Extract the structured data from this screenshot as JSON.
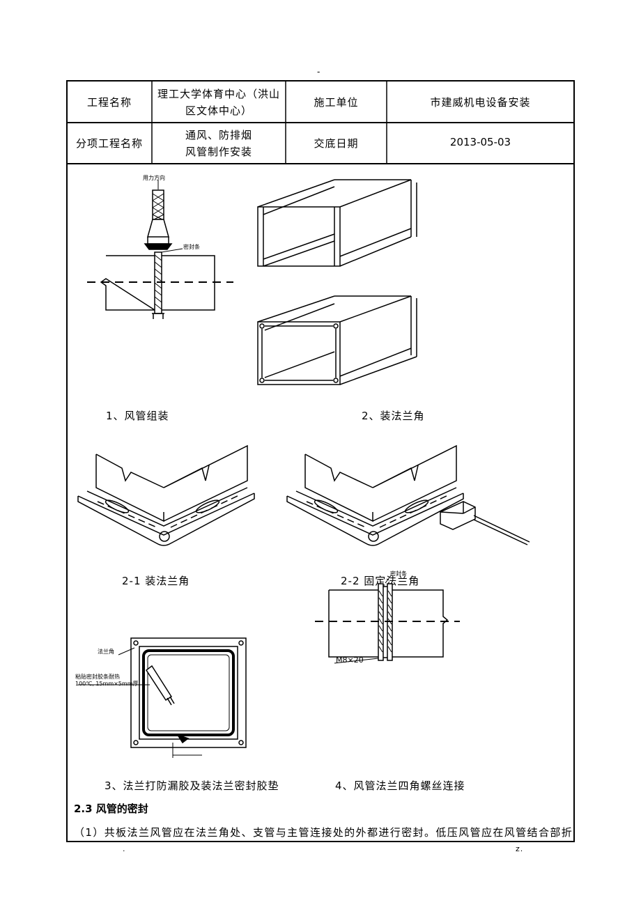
{
  "header": {
    "project_name_label": "工程名称",
    "project_name_line1": "理工大学体育中心（洪山",
    "project_name_line2": "区文体中心）",
    "contractor_label": "施工单位",
    "contractor_value": "市建威机电设备安装",
    "sub_project_label": "分项工程名称",
    "sub_project_line1": "通风、防排烟",
    "sub_project_line2": "风管制作安装",
    "date_label": "交底日期",
    "date_value": "2013-05-03"
  },
  "figures": {
    "fig1_force_label": "用力方向",
    "fig1_seal_label": "密封条",
    "fig1_caption": "1、风管组装",
    "fig2_caption": "2、装法兰角",
    "fig21_caption": "2-1 装法兰角",
    "fig22_caption": "2-2 固定法兰角",
    "fig22_seal_label": "密封条",
    "fig4_bolt_label": "M8×20",
    "fig3_flange_label": "法兰角",
    "fig3_gasket_line1": "粘贴密封胶条耐热",
    "fig3_gasket_line2": "100℃, 15mm×5mm厚",
    "fig3_caption": "3、法兰打防漏胶及装法兰密封胶垫",
    "fig4_caption": "4、风管法兰四角螺丝连接"
  },
  "section": {
    "heading": "2.3 风管的密封",
    "paragraph": "（1）共板法兰风管应在法兰角处、支管与主管连接处的外都进行密封。低压风管应在风管结合部折"
  },
  "footer": {
    "left_mark": ".",
    "right_mark": "z."
  },
  "top_mark": "-"
}
